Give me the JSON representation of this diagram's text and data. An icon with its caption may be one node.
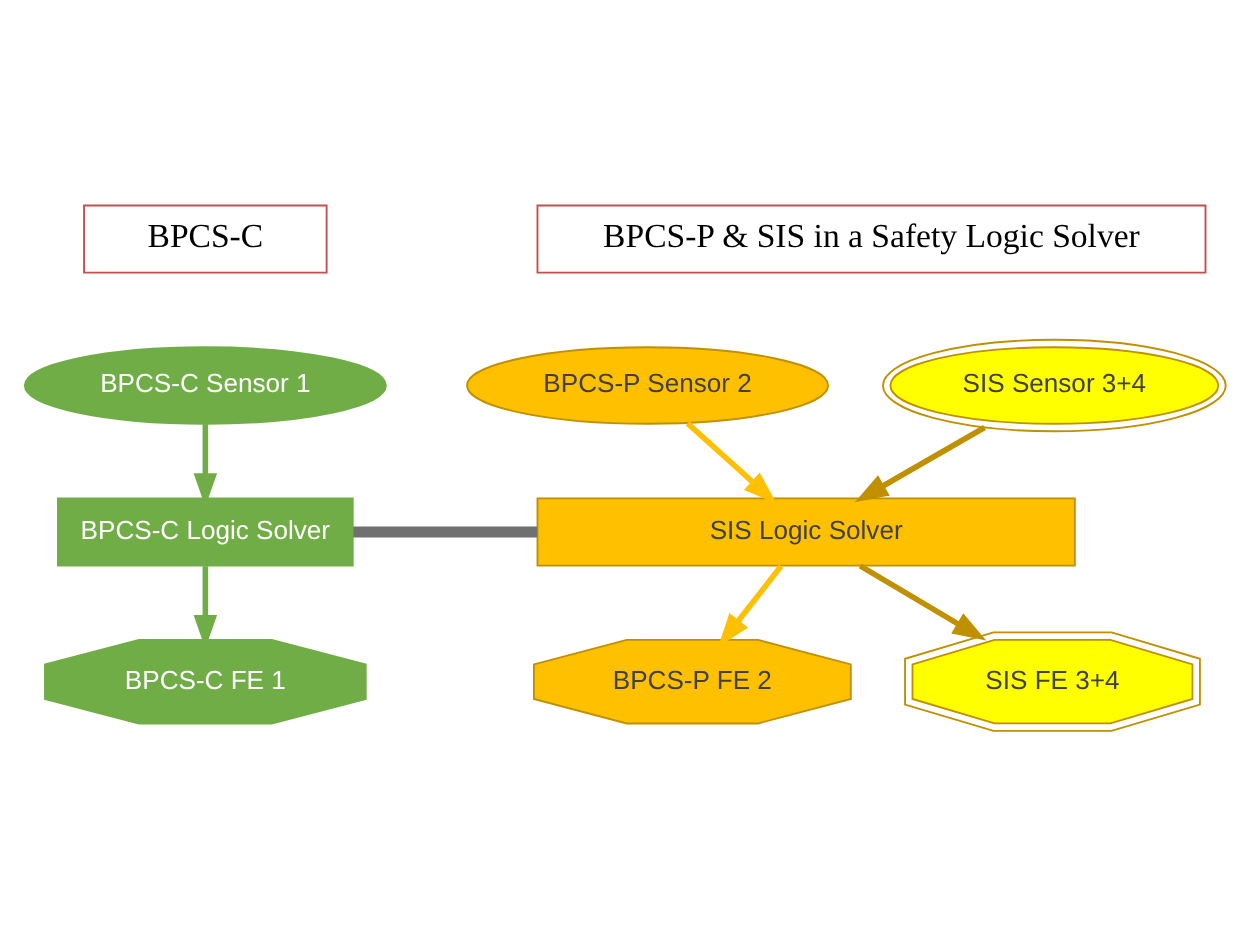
{
  "diagram": {
    "nodes": [
      {
        "text": [
          "BPCS-C"
        ]
      },
      {
        "text": [
          "BPCS-P & SIS in a Safety Logic Solver"
        ]
      },
      {
        "text": [
          "BPCS-C Sensor 1"
        ]
      },
      {
        "text": [
          "BPCS-P Sensor 2"
        ]
      },
      {
        "text": [
          "SIS Sensor 3+4"
        ]
      },
      {
        "text": [
          "BPCS-C Logic Solver"
        ]
      },
      {
        "text": [
          "SIS Logic Solver"
        ]
      },
      {
        "text": [
          "BPCS-C FE 1"
        ]
      },
      {
        "text": [
          "BPCS-P FE 2"
        ]
      },
      {
        "text": [
          "SIS FE 3+4"
        ]
      }
    ],
    "edges": [
      {
        "from": 2,
        "to": 5,
        "arrow": "to",
        "color": "#70ad47"
      },
      {
        "from": 3,
        "to": 6,
        "arrow": "to",
        "color": "#ffc000"
      },
      {
        "from": 4,
        "to": 6,
        "arrow": "to",
        "color": "#c09000"
      },
      {
        "from": 5,
        "to": 6,
        "arrow": "none",
        "style": "thick",
        "color": "#707070"
      },
      {
        "from": 5,
        "to": 7,
        "arrow": "to",
        "color": "#70ad47"
      },
      {
        "from": 6,
        "to": 8,
        "arrow": "to",
        "color": "#ffc000"
      },
      {
        "from": 6,
        "to": 9,
        "arrow": "to",
        "color": "#c09000"
      }
    ]
  }
}
